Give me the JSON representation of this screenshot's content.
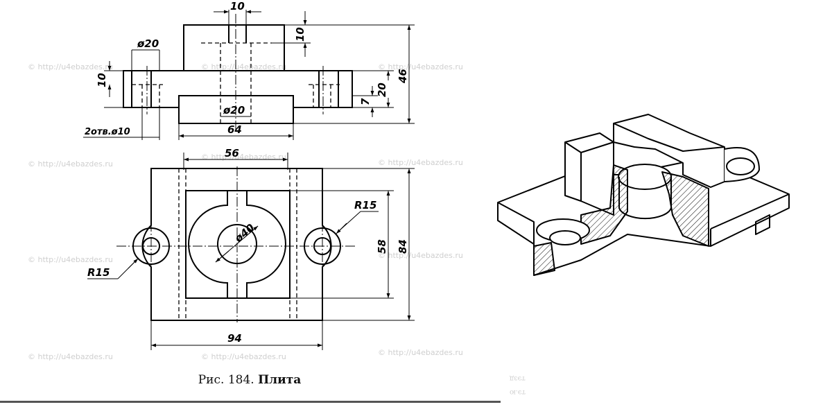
{
  "caption": {
    "prefix": "Рис. 184.",
    "title": "Плита"
  },
  "dimensions": {
    "slot_width": "10",
    "top_height": "10",
    "dia_top": "ø20",
    "flange_height": "10",
    "total_height": "46",
    "height_20": "20",
    "height_7": "7",
    "dia_center": "ø20",
    "holes_note": "2отв.ø10",
    "width_64": "64",
    "width_56": "56",
    "radius_right": "R15",
    "dia_40": "ø40",
    "height_58": "58",
    "height_84": "84",
    "radius_left": "R15",
    "width_94": "94"
  },
  "watermark": "© http://u4ebazdes.ru",
  "stray_text": [
    "тэзд",
    "тэ.ю"
  ]
}
